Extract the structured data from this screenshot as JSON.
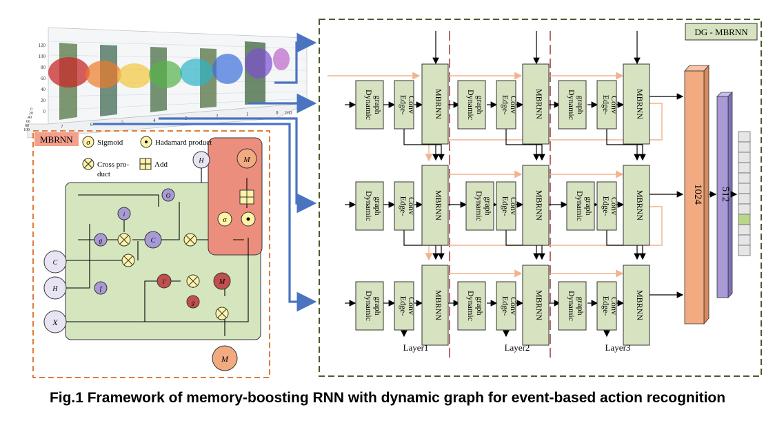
{
  "caption": "Fig.1 Framework of memory-boosting RNN with dynamic graph for event-based action recognition",
  "framework_title": "DG - MBRNN",
  "mbrnn_box_title": "MBRNN",
  "legend": {
    "sigmoid": "Sigmoid",
    "hadamard": "Hadamard product",
    "cross_line1": "Cross pro-",
    "cross_line2": "duct",
    "add": "Add"
  },
  "block_labels": {
    "dynamic_line1": "Dynamic",
    "dynamic_line2": "graph",
    "edge_line1": "Edge-",
    "edge_line2": "Conv",
    "mbrnn": "MBRNN"
  },
  "layers": [
    "Layer1",
    "Layer2",
    "Layer3"
  ],
  "fc_sizes": [
    "1024",
    "512"
  ],
  "scatter_axis": {
    "z_ticks": [
      "120",
      "100",
      "80",
      "60",
      "40",
      "20",
      "0"
    ],
    "x_ticks": [
      "7",
      "6",
      "5",
      "4",
      "3",
      "2",
      "1",
      "0"
    ],
    "side_ticks": [
      "0",
      "20",
      "40",
      "60",
      "80",
      "100"
    ],
    "corner_tick": "160"
  },
  "colors": {
    "dashed_frame": "#4a5a2a",
    "block_fill": "#d6e2c0",
    "inner_green": "#d5e5be",
    "red_panel": "#ec8e7e",
    "fc1024": "#f2aa80",
    "fc512": "#a89ad4",
    "arrow_blue": "#4a74bf",
    "memory_arrow": "#f1b48f",
    "mbrnn_border": "#e07b39",
    "divider": "#8a1a1a"
  }
}
